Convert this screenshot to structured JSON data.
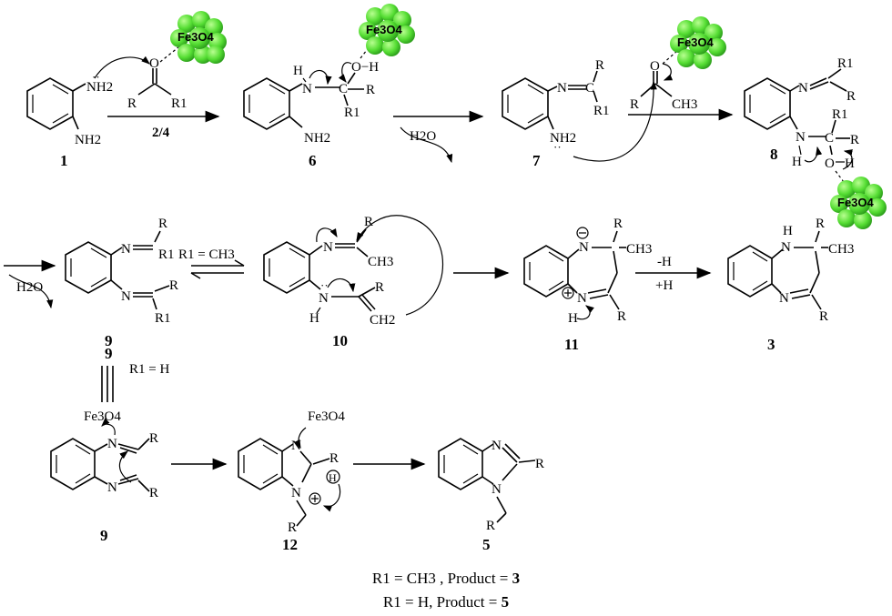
{
  "catalyst": {
    "label": "Fe3O4",
    "color": "#55dd33",
    "edge": "#2a9a1a"
  },
  "atoms": {
    "NH2": "NH2",
    "N": "N",
    "NH": "N",
    "H": "H",
    "O": "O",
    "OH": "O−H",
    "R": "R",
    "R1": "R1",
    "CH3": "CH3",
    "CH2": "CH2",
    "C": "C"
  },
  "conditions": {
    "step1": "2/4",
    "water": "H2O",
    "minus_h": "-H",
    "plus_h": "+H",
    "r1_eq_ch3": "R1 = CH3",
    "r1_eq_h": "R1 = H"
  },
  "compounds": {
    "c1": "1",
    "c6": "6",
    "c7": "7",
    "c8": "8",
    "c9a": "9",
    "c10": "10",
    "c11": "11",
    "c3": "3",
    "c9b": "9",
    "c9c": "9",
    "c12": "12",
    "c5": "5"
  },
  "footer": {
    "line1_prefix": "R1 = CH3 , Product = ",
    "line1_product": "3",
    "line2_prefix": "R1 = H, Product = ",
    "line2_product": "5"
  }
}
